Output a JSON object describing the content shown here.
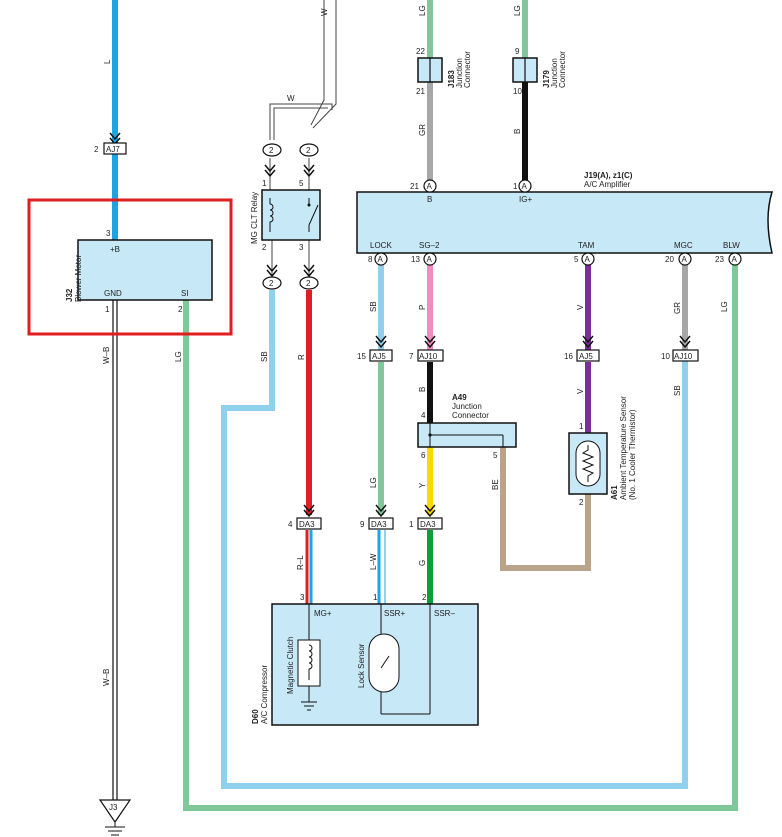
{
  "colors": {
    "L": "#1aa5e6",
    "SB": "#8fd0ef",
    "LG": "#7fc89a",
    "GR_gray": "#a7a7a7",
    "B": "#111111",
    "R": "#e02020",
    "P": "#f08cbf",
    "V": "#7b2f9b",
    "Y": "#ffd800",
    "G": "#0f9d3a",
    "BE": "#b9a48a",
    "W": "#ffffff",
    "component_fill": "#c6e8f7",
    "highlight": "#e01e1e"
  },
  "wire_labels": {
    "top_l": "L",
    "top_w": "W",
    "w_loop": "W",
    "lg_j183": "LG",
    "lg_j179": "LG",
    "gr": "GR",
    "b_j179": "B",
    "sb_lock": "SB",
    "p_sg2": "P",
    "v_tam": "V",
    "gr_mgc": "GR",
    "lg_blw": "LG",
    "sb_relay": "SB",
    "r_relay": "R",
    "wb_upper": "W–B",
    "lg_si": "LG",
    "sb_aj10": "SB",
    "v_a61": "V",
    "b_aj10": "B",
    "lg_aj5": "LG",
    "y_a49": "Y",
    "be_a49": "BE",
    "rl": "R–L",
    "lw": "L–W",
    "g_da3": "G",
    "wb_lower": "W–B"
  },
  "pins": {
    "aj7_2": "2",
    "j32_3": "3",
    "j32_1": "1",
    "j32_2": "2",
    "relay_top_l": "2",
    "relay_top_r": "2",
    "relay_1": "1",
    "relay_5": "5",
    "relay_2": "2",
    "relay_3": "3",
    "relay_bot_l": "2",
    "relay_bot_r": "2",
    "j183_22": "22",
    "j183_21": "21",
    "j179_9": "9",
    "j179_10": "10",
    "amp_21": "21",
    "amp_1": "1",
    "amp_8": "8",
    "amp_13": "13",
    "amp_5": "5",
    "amp_20": "20",
    "amp_23": "23",
    "aj5_15": "15",
    "aj10_7": "7",
    "aj5_16": "16",
    "aj10_10": "10",
    "a49_4": "4",
    "a49_6": "6",
    "a49_5": "5",
    "a61_1": "1",
    "a61_2": "2",
    "da3_4": "4",
    "da3_9": "9",
    "da3_1": "1",
    "d60_3": "3",
    "d60_1": "1",
    "d60_2": "2"
  },
  "connectors": {
    "aj7": "AJ7",
    "aj5_a": "AJ5",
    "aj10_a": "AJ10",
    "aj5_b": "AJ5",
    "aj10_b": "AJ10",
    "da3_a": "DA3",
    "da3_b": "DA3",
    "da3_c": "DA3",
    "circ2": "2",
    "circA": "A"
  },
  "blower_motor": {
    "id": "J32",
    "name": "Blower Motor",
    "t_plus_b": "+B",
    "t_gnd": "GND",
    "t_si": "SI"
  },
  "relay": {
    "name": "MG CLT Relay"
  },
  "j183": {
    "id": "J183",
    "name1": "Junction",
    "name2": "Connector"
  },
  "j179": {
    "id": "J179",
    "name1": "Junction",
    "name2": "Connector"
  },
  "amplifier": {
    "id": "J19(A), z1(C)",
    "name": "A/C Amplifier",
    "t_b": "B",
    "t_igplus": "IG+",
    "t_lock": "LOCK",
    "t_sg2": "SG–2",
    "t_tam": "TAM",
    "t_mgc": "MGC",
    "t_blw": "BLW"
  },
  "a49": {
    "id": "A49",
    "name1": "Junction",
    "name2": "Connector"
  },
  "a61": {
    "id": "A61",
    "name1": "Ambient Temperature Sensor",
    "name2": "(No. 1 Cooler Thermistor)"
  },
  "compressor": {
    "id": "D60",
    "name": "A/C Compressor",
    "t_mgplus": "MG+",
    "t_ssrplus": "SSR+",
    "t_ssrminus": "SSR–",
    "clutch": "Magnetic Clutch",
    "sensor": "Lock Sensor"
  },
  "ground": {
    "id": "J3"
  }
}
